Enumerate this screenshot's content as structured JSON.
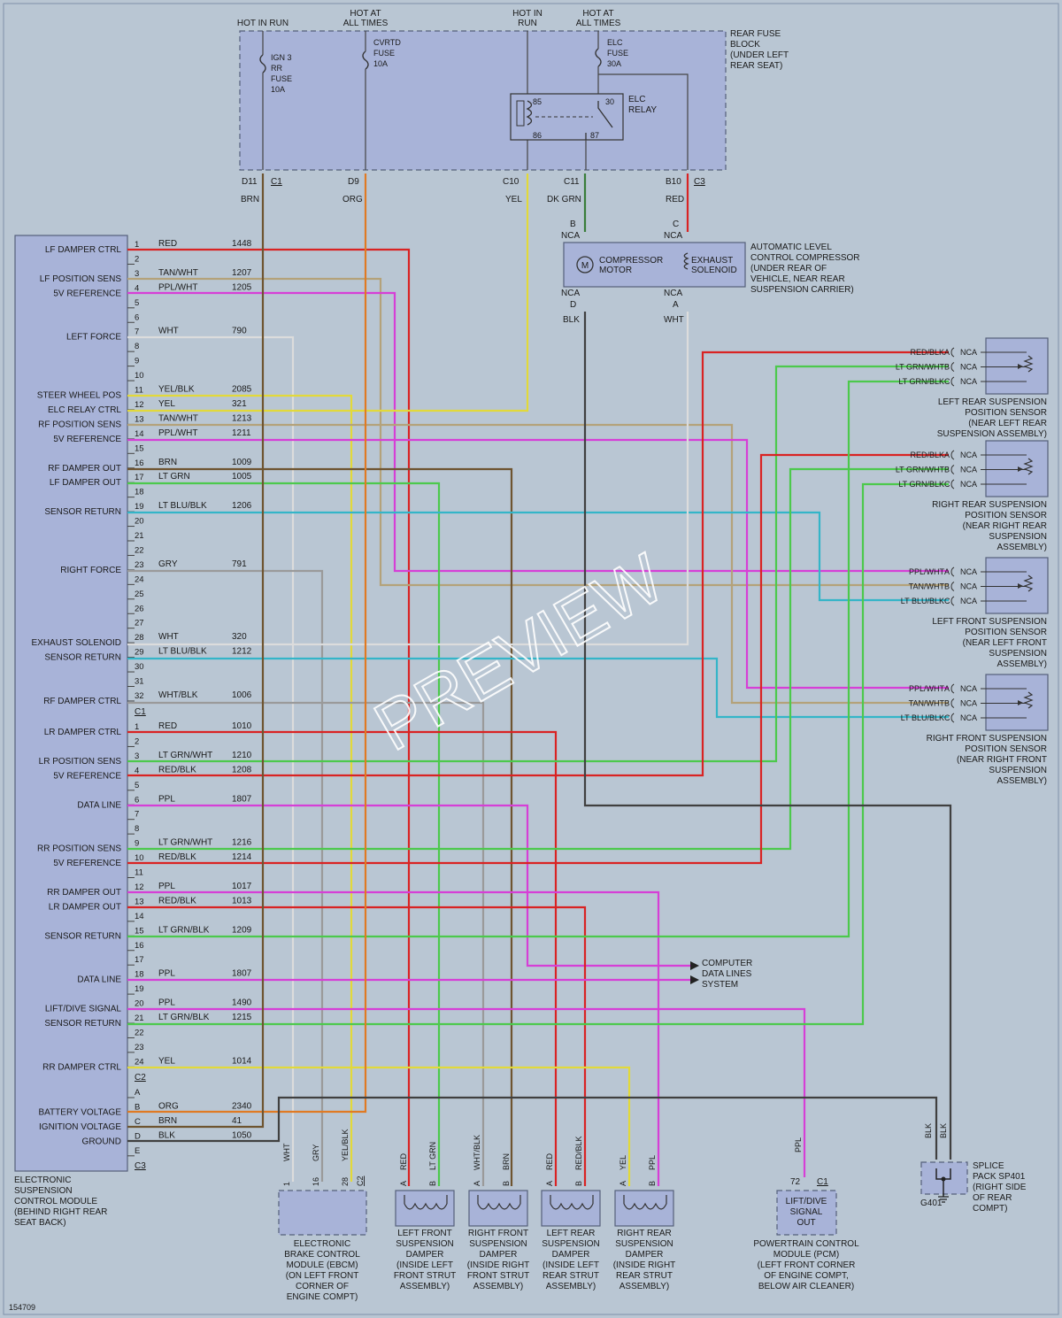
{
  "fig_id": "154709",
  "watermark": "PREVIEW",
  "colors": {
    "background": "#b9c6d3",
    "module": "#a8b3d8",
    "RED": "#d92323",
    "BRN": "#6e5430",
    "ORG": "#e07a23",
    "YEL": "#e2d93a",
    "DKGRN": "#3a7d3a",
    "LTGRN": "#4cc94c",
    "BLK": "#404040",
    "WHT": "#e8e8e8",
    "TAN": "#b4a27a",
    "PPL": "#d63fd6",
    "LTBLU": "#34b5c8",
    "GRY": "#9a9a9a"
  },
  "top_labels": [
    {
      "id": "hot_run_1",
      "lines": [
        "HOT IN RUN"
      ]
    },
    {
      "id": "hot_all_1",
      "lines": [
        "HOT AT",
        "ALL TIMES"
      ]
    },
    {
      "id": "hot_run_2",
      "lines": [
        "HOT IN",
        "RUN"
      ]
    },
    {
      "id": "hot_all_2",
      "lines": [
        "HOT AT",
        "ALL TIMES"
      ]
    }
  ],
  "fuse_block": {
    "title": [
      "REAR FUSE",
      "BLOCK",
      "(UNDER LEFT",
      "REAR SEAT)"
    ],
    "fuses": [
      {
        "id": "f1",
        "lines": [
          "IGN 3",
          "RR",
          "FUSE",
          "10A"
        ]
      },
      {
        "id": "f2",
        "lines": [
          "CVRTD",
          "FUSE",
          "10A"
        ]
      },
      {
        "id": "f3",
        "lines": [
          "ELC",
          "FUSE",
          "30A"
        ]
      }
    ],
    "relay": {
      "lines": [
        "ELC",
        "RELAY"
      ],
      "pins": [
        "85",
        "86",
        "30",
        "87"
      ]
    },
    "outputs": [
      {
        "id": "o1",
        "pin": "D11",
        "conn": "C1",
        "wire": "BRN"
      },
      {
        "id": "o2",
        "pin": "D9",
        "conn": "",
        "wire": "ORG"
      },
      {
        "id": "o3",
        "pin": "C10",
        "conn": "",
        "wire": "YEL"
      },
      {
        "id": "o4",
        "pin": "C11",
        "conn": "",
        "wire": "DK GRN"
      },
      {
        "id": "o5",
        "pin": "B10",
        "conn": "C3",
        "wire": "RED"
      }
    ]
  },
  "compressor": {
    "title": [
      "AUTOMATIC LEVEL",
      "CONTROL COMPRESSOR",
      "(UNDER REAR OF",
      "VEHICLE, NEAR REAR",
      "SUSPENSION CARRIER)"
    ],
    "motor_symbol": "M",
    "motor": [
      "COMPRESSOR",
      "MOTOR"
    ],
    "solenoid": [
      "EXHAUST",
      "SOLENOID"
    ],
    "pins": [
      {
        "id": "cB",
        "pin": "B",
        "nca": "NCA"
      },
      {
        "id": "cC",
        "pin": "C",
        "nca": "NCA"
      },
      {
        "id": "cD",
        "pin": "D",
        "nca": "NCA",
        "wire": "BLK"
      },
      {
        "id": "cA",
        "pin": "A",
        "nca": "NCA",
        "wire": "WHT"
      }
    ]
  },
  "escm": {
    "title": [
      "ELECTRONIC",
      "SUSPENSION",
      "CONTROL MODULE",
      "(BEHIND RIGHT REAR",
      "SEAT BACK)"
    ],
    "connectors": {
      "C1": "C1",
      "C2": "C2",
      "C3": "C3"
    },
    "c1_pins": [
      {
        "n": "1",
        "circ": "LF DAMPER CTRL",
        "wire": "RED",
        "num": "1448"
      },
      {
        "n": "2",
        "circ": "",
        "wire": "",
        "num": ""
      },
      {
        "n": "3",
        "circ": "LF POSITION SENS",
        "wire": "TAN/WHT",
        "num": "1207"
      },
      {
        "n": "4",
        "circ": "5V REFERENCE",
        "wire": "PPL/WHT",
        "num": "1205"
      },
      {
        "n": "5",
        "circ": "",
        "wire": "",
        "num": ""
      },
      {
        "n": "6",
        "circ": "",
        "wire": "",
        "num": ""
      },
      {
        "n": "7",
        "circ": "LEFT FORCE",
        "wire": "WHT",
        "num": "790"
      },
      {
        "n": "8",
        "circ": "",
        "wire": "",
        "num": ""
      },
      {
        "n": "9",
        "circ": "",
        "wire": "",
        "num": ""
      },
      {
        "n": "10",
        "circ": "",
        "wire": "",
        "num": ""
      },
      {
        "n": "11",
        "circ": "STEER WHEEL POS",
        "wire": "YEL/BLK",
        "num": "2085"
      },
      {
        "n": "12",
        "circ": "ELC RELAY CTRL",
        "wire": "YEL",
        "num": "321"
      },
      {
        "n": "13",
        "circ": "RF POSITION SENS",
        "wire": "TAN/WHT",
        "num": "1213"
      },
      {
        "n": "14",
        "circ": "5V REFERENCE",
        "wire": "PPL/WHT",
        "num": "1211"
      },
      {
        "n": "15",
        "circ": "",
        "wire": "",
        "num": ""
      },
      {
        "n": "16",
        "circ": "RF DAMPER OUT",
        "wire": "BRN",
        "num": "1009"
      },
      {
        "n": "17",
        "circ": "LF DAMPER OUT",
        "wire": "LT GRN",
        "num": "1005"
      },
      {
        "n": "18",
        "circ": "",
        "wire": "",
        "num": ""
      },
      {
        "n": "19",
        "circ": "SENSOR RETURN",
        "wire": "LT BLU/BLK",
        "num": "1206"
      },
      {
        "n": "20",
        "circ": "",
        "wire": "",
        "num": ""
      },
      {
        "n": "21",
        "circ": "",
        "wire": "",
        "num": ""
      },
      {
        "n": "22",
        "circ": "",
        "wire": "",
        "num": ""
      },
      {
        "n": "23",
        "circ": "RIGHT FORCE",
        "wire": "GRY",
        "num": "791"
      },
      {
        "n": "24",
        "circ": "",
        "wire": "",
        "num": ""
      },
      {
        "n": "25",
        "circ": "",
        "wire": "",
        "num": ""
      },
      {
        "n": "26",
        "circ": "",
        "wire": "",
        "num": ""
      },
      {
        "n": "27",
        "circ": "",
        "wire": "",
        "num": ""
      },
      {
        "n": "28",
        "circ": "EXHAUST SOLENOID",
        "wire": "WHT",
        "num": "320"
      },
      {
        "n": "29",
        "circ": "SENSOR RETURN",
        "wire": "LT BLU/BLK",
        "num": "1212"
      },
      {
        "n": "30",
        "circ": "",
        "wire": "",
        "num": ""
      },
      {
        "n": "31",
        "circ": "",
        "wire": "",
        "num": ""
      },
      {
        "n": "32",
        "circ": "RF DAMPER CTRL",
        "wire": "WHT/BLK",
        "num": "1006"
      }
    ],
    "c2_pins": [
      {
        "n": "1",
        "circ": "LR DAMPER CTRL",
        "wire": "RED",
        "num": "1010"
      },
      {
        "n": "2",
        "circ": "",
        "wire": "",
        "num": ""
      },
      {
        "n": "3",
        "circ": "LR POSITION SENS",
        "wire": "LT GRN/WHT",
        "num": "1210"
      },
      {
        "n": "4",
        "circ": "5V REFERENCE",
        "wire": "RED/BLK",
        "num": "1208"
      },
      {
        "n": "5",
        "circ": "",
        "wire": "",
        "num": ""
      },
      {
        "n": "6",
        "circ": "DATA LINE",
        "wire": "PPL",
        "num": "1807"
      },
      {
        "n": "7",
        "circ": "",
        "wire": "",
        "num": ""
      },
      {
        "n": "8",
        "circ": "",
        "wire": "",
        "num": ""
      },
      {
        "n": "9",
        "circ": "RR POSITION SENS",
        "wire": "LT GRN/WHT",
        "num": "1216"
      },
      {
        "n": "10",
        "circ": "5V REFERENCE",
        "wire": "RED/BLK",
        "num": "1214"
      },
      {
        "n": "11",
        "circ": "",
        "wire": "",
        "num": ""
      },
      {
        "n": "12",
        "circ": "RR DAMPER OUT",
        "wire": "PPL",
        "num": "1017"
      },
      {
        "n": "13",
        "circ": "LR DAMPER OUT",
        "wire": "RED/BLK",
        "num": "1013"
      },
      {
        "n": "14",
        "circ": "",
        "wire": "",
        "num": ""
      },
      {
        "n": "15",
        "circ": "SENSOR RETURN",
        "wire": "LT GRN/BLK",
        "num": "1209"
      },
      {
        "n": "16",
        "circ": "",
        "wire": "",
        "num": ""
      },
      {
        "n": "17",
        "circ": "",
        "wire": "",
        "num": ""
      },
      {
        "n": "18",
        "circ": "DATA LINE",
        "wire": "PPL",
        "num": "1807"
      },
      {
        "n": "19",
        "circ": "",
        "wire": "",
        "num": ""
      },
      {
        "n": "20",
        "circ": "LIFT/DIVE SIGNAL",
        "wire": "PPL",
        "num": "1490"
      },
      {
        "n": "21",
        "circ": "SENSOR RETURN",
        "wire": "LT GRN/BLK",
        "num": "1215"
      },
      {
        "n": "22",
        "circ": "",
        "wire": "",
        "num": ""
      },
      {
        "n": "23",
        "circ": "",
        "wire": "",
        "num": ""
      },
      {
        "n": "24",
        "circ": "RR DAMPER CTRL",
        "wire": "YEL",
        "num": "1014"
      }
    ],
    "c3_pins": [
      {
        "n": "A",
        "circ": "",
        "wire": "",
        "num": ""
      },
      {
        "n": "B",
        "circ": "BATTERY VOLTAGE",
        "wire": "ORG",
        "num": "2340"
      },
      {
        "n": "C",
        "circ": "IGNITION VOLTAGE",
        "wire": "BRN",
        "num": "41"
      },
      {
        "n": "D",
        "circ": "GROUND",
        "wire": "BLK",
        "num": "1050"
      },
      {
        "n": "E",
        "circ": "",
        "wire": "",
        "num": ""
      }
    ]
  },
  "sensors": [
    {
      "id": "lr",
      "title": [
        "LEFT REAR SUSPENSION",
        "POSITION SENSOR",
        "(NEAR LEFT REAR",
        "SUSPENSION ASSEMBLY)"
      ],
      "pins": [
        {
          "wire": "RED/BLK",
          "pin": "A",
          "nca": "NCA"
        },
        {
          "wire": "LT GRN/WHT",
          "pin": "B",
          "nca": "NCA"
        },
        {
          "wire": "LT GRN/BLK",
          "pin": "C",
          "nca": "NCA"
        }
      ]
    },
    {
      "id": "rr",
      "title": [
        "RIGHT REAR SUSPENSION",
        "POSITION SENSOR",
        "(NEAR RIGHT REAR",
        "SUSPENSION",
        "ASSEMBLY)"
      ],
      "pins": [
        {
          "wire": "RED/BLK",
          "pin": "A",
          "nca": "NCA"
        },
        {
          "wire": "LT GRN/WHT",
          "pin": "B",
          "nca": "NCA"
        },
        {
          "wire": "LT GRN/BLK",
          "pin": "C",
          "nca": "NCA"
        }
      ]
    },
    {
      "id": "lf",
      "title": [
        "LEFT FRONT SUSPENSION",
        "POSITION SENSOR",
        "(NEAR LEFT FRONT",
        "SUSPENSION",
        "ASSEMBLY)"
      ],
      "pins": [
        {
          "wire": "PPL/WHT",
          "pin": "A",
          "nca": "NCA"
        },
        {
          "wire": "TAN/WHT",
          "pin": "B",
          "nca": "NCA"
        },
        {
          "wire": "LT BLU/BLK",
          "pin": "C",
          "nca": "NCA"
        }
      ]
    },
    {
      "id": "rf",
      "title": [
        "RIGHT FRONT SUSPENSION",
        "POSITION SENSOR",
        "(NEAR RIGHT FRONT",
        "SUSPENSION",
        "ASSEMBLY)"
      ],
      "pins": [
        {
          "wire": "PPL/WHT",
          "pin": "A",
          "nca": "NCA"
        },
        {
          "wire": "TAN/WHT",
          "pin": "B",
          "nca": "NCA"
        },
        {
          "wire": "LT BLU/BLK",
          "pin": "C",
          "nca": "NCA"
        }
      ]
    }
  ],
  "computer_lines": [
    "COMPUTER",
    "DATA LINES",
    "SYSTEM"
  ],
  "ebcm": {
    "title": [
      "ELECTRONIC",
      "BRAKE CONTROL",
      "MODULE (EBCM)",
      "(ON LEFT FRONT",
      "CORNER OF",
      "ENGINE COMPT)"
    ],
    "wires": [
      {
        "wire": "WHT",
        "pin": "1"
      },
      {
        "wire": "GRY",
        "pin": "16"
      },
      {
        "wire": "YEL/BLK",
        "pin": "28"
      }
    ],
    "conn": "C2"
  },
  "dampers": [
    {
      "id": "lf",
      "title": [
        "LEFT FRONT",
        "SUSPENSION",
        "DAMPER",
        "(INSIDE LEFT",
        "FRONT STRUT",
        "ASSEMBLY)"
      ],
      "wires": [
        {
          "wire": "RED",
          "pin": "A"
        },
        {
          "wire": "LT GRN",
          "pin": "B"
        }
      ]
    },
    {
      "id": "rf",
      "title": [
        "RIGHT FRONT",
        "SUSPENSION",
        "DAMPER",
        "(INSIDE RIGHT",
        "FRONT STRUT",
        "ASSEMBLY)"
      ],
      "wires": [
        {
          "wire": "WHT/BLK",
          "pin": "A"
        },
        {
          "wire": "BRN",
          "pin": "B"
        }
      ]
    },
    {
      "id": "lr",
      "title": [
        "LEFT REAR",
        "SUSPENSION",
        "DAMPER",
        "(INSIDE LEFT",
        "REAR STRUT",
        "ASSEMBLY)"
      ],
      "wires": [
        {
          "wire": "RED",
          "pin": "A"
        },
        {
          "wire": "RED/BLK",
          "pin": "B"
        }
      ]
    },
    {
      "id": "rr",
      "title": [
        "RIGHT REAR",
        "SUSPENSION",
        "DAMPER",
        "(INSIDE RIGHT",
        "REAR STRUT",
        "ASSEMBLY)"
      ],
      "wires": [
        {
          "wire": "YEL",
          "pin": "A"
        },
        {
          "wire": "PPL",
          "pin": "B"
        }
      ]
    }
  ],
  "pcm": {
    "title": [
      "POWERTRAIN CONTROL",
      "MODULE (PCM)",
      "(LEFT FRONT CORNER",
      "OF ENGINE COMPT,",
      "BELOW AIR CLEANER)"
    ],
    "inner": [
      "LIFT/DIVE",
      "SIGNAL",
      "OUT"
    ],
    "wire": "PPL",
    "pin": "72",
    "conn": "C1"
  },
  "splice": {
    "title": [
      "SPLICE",
      "PACK SP401",
      "(RIGHT SIDE",
      "OF REAR",
      "COMPT)"
    ],
    "ground": "G401",
    "wires": [
      "BLK",
      "BLK"
    ]
  }
}
